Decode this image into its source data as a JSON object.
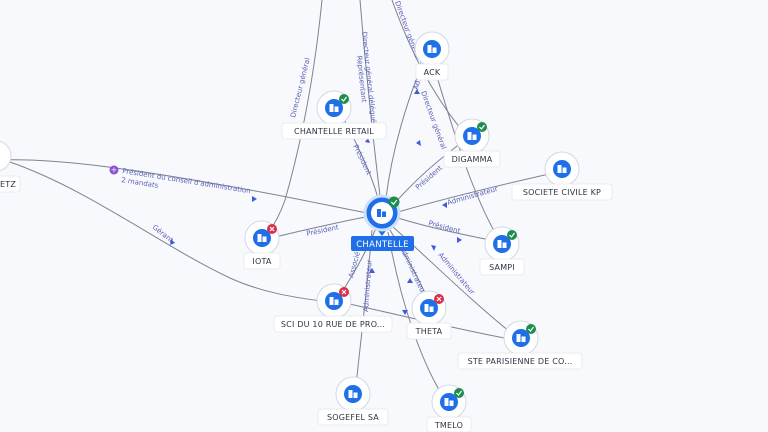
{
  "center": {
    "label": "CHANTELLE",
    "status": "active"
  },
  "nodes": [
    {
      "id": "ack",
      "label": "ACK",
      "status": "none"
    },
    {
      "id": "chantelle-retail",
      "label": "CHANTELLE RETAIL",
      "status": "active"
    },
    {
      "id": "digamma",
      "label": "DIGAMMA",
      "status": "active"
    },
    {
      "id": "societe-civile-kp",
      "label": "SOCIETE CIVILE KP",
      "status": "none"
    },
    {
      "id": "sampi",
      "label": "SAMPI",
      "status": "active"
    },
    {
      "id": "iota",
      "label": "IOTA",
      "status": "closed"
    },
    {
      "id": "sci-du-10",
      "label": "SCI DU 10 RUE DE PRO...",
      "status": "closed"
    },
    {
      "id": "theta",
      "label": "THETA",
      "status": "closed"
    },
    {
      "id": "ste-parisienne",
      "label": "STE PARISIENNE DE CO...",
      "status": "active"
    },
    {
      "id": "sogefel",
      "label": "SOGEFEL SA",
      "status": "none"
    },
    {
      "id": "tmelo",
      "label": "TMELO",
      "status": "active"
    },
    {
      "id": "person-left",
      "label": "ETZ",
      "status": "none"
    }
  ],
  "edge_labels": {
    "president_ca": "Président du conseil d'administration",
    "mandats": "2 mandats",
    "gerant": "Gérant",
    "directeur_general": "Directeur général",
    "dg_delegue": "Directeur général délégué",
    "representant": "Représentant",
    "directeur_general_top": "Directeur général",
    "administrateur_ack": "Administrateur",
    "president_retail": "Président",
    "president_digamma": "Président",
    "administrateur_kp": "Administrateur",
    "president_sampi": "Président",
    "president_iota": "Président",
    "administrateur_ste": "Administrateur",
    "associe": "Associé",
    "administrateur_sogefel": "Administrateur",
    "administrateur_theta": "Administrateur",
    "general_digamma": "Directeur général"
  },
  "colors": {
    "accent": "#1e6fe8",
    "active_badge": "#1e8e4e",
    "closed_badge": "#d8304f",
    "edge": "#7d8294",
    "edge_label": "#5a62b8",
    "mandats_badge": "#8a4fd6"
  },
  "icons": {
    "node": "building-icon",
    "active": "check-badge-icon",
    "closed": "x-badge-icon",
    "plus": "plus-icon"
  }
}
